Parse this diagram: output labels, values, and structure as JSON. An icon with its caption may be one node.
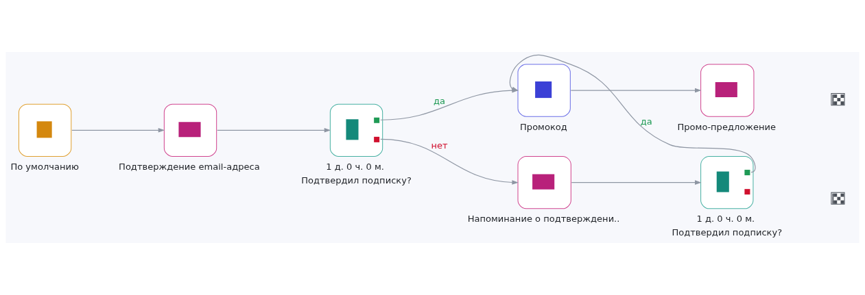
{
  "diagram": {
    "nodes": [
      {
        "text": [
          "По умолчанию"
        ]
      },
      {
        "text": [
          "Подтверждение email-адреса"
        ]
      },
      {
        "text": [
          "1 д. 0 ч. 0 м.",
          "Подтвердил подписку?"
        ]
      },
      {
        "text": [
          "Промокод"
        ]
      },
      {
        "text": [
          "Промо-предложение"
        ]
      },
      {
        "text": [
          "Напоминание о подтверждени.."
        ]
      },
      {
        "text": [
          "1 д. 0 ч. 0 м.",
          "Подтвердил подписку?"
        ]
      },
      {
        "text": [],
        "shape": "flag"
      },
      {
        "text": [],
        "shape": "flag"
      }
    ],
    "edges": [
      {
        "from": 0,
        "to": 1,
        "arrow": "to"
      },
      {
        "from": 1,
        "to": 2,
        "arrow": "to"
      },
      {
        "from": 2,
        "to": 3,
        "arrow": "to",
        "label": "да"
      },
      {
        "from": 2,
        "to": 5,
        "arrow": "to",
        "label": "нет"
      },
      {
        "from": 3,
        "to": 4,
        "arrow": "to"
      },
      {
        "from": 5,
        "to": 6,
        "arrow": "to"
      },
      {
        "from": 6,
        "to": 3,
        "arrow": "to",
        "label": "да"
      }
    ]
  }
}
